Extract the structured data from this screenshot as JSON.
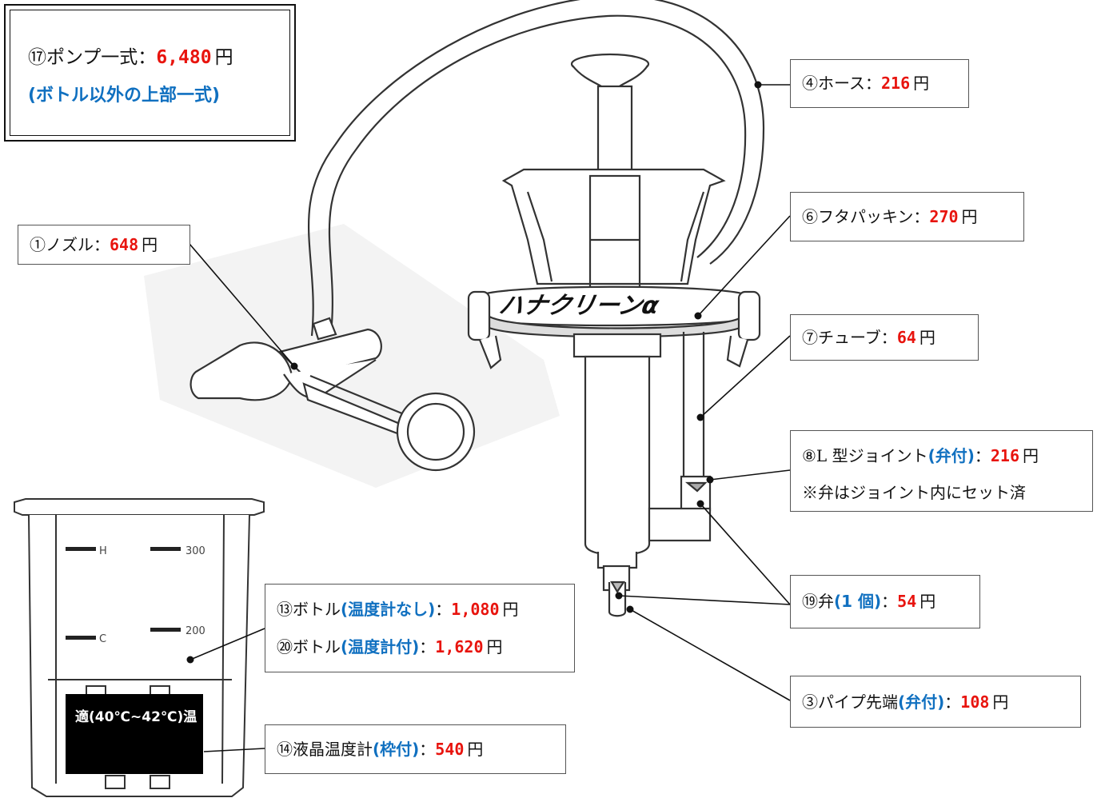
{
  "set": {
    "name": "⑰ポンプ一式：",
    "price": "6,480",
    "yen": "円",
    "note": "(ボトル以外の上部一式)"
  },
  "parts": {
    "nozzle": {
      "name": "①ノズル：",
      "price": "648",
      "yen": "円"
    },
    "hose": {
      "name": "④ホース：",
      "price": "216",
      "yen": "円"
    },
    "lid": {
      "name": "⑥フタパッキン：",
      "price": "270",
      "yen": "円"
    },
    "tube": {
      "name": "⑦チューブ：",
      "price": "64",
      "yen": "円"
    },
    "joint": {
      "name": "⑧L 型ジョイント",
      "note": "(弁付)",
      "sep": "：",
      "price": "216",
      "yen": "円",
      "sub": "※弁はジョイント内にセット済"
    },
    "valve": {
      "name": "⑲弁",
      "note": "(1 個)",
      "sep": "：",
      "price": "54",
      "yen": "円"
    },
    "bottle_a": {
      "name": "⑬ボトル",
      "note": "(温度計なし)",
      "sep": "：",
      "price": "1,080",
      "yen": "円"
    },
    "bottle_b": {
      "name": "⑳ボトル",
      "note": "(温度計付)",
      "sep": "：",
      "price": "1,620",
      "yen": "円"
    },
    "pipe": {
      "name": "③パイプ先端",
      "note": "(弁付)",
      "sep": "：",
      "price": "108",
      "yen": "円"
    },
    "lcd": {
      "name": "⑭液晶温度計",
      "note": "(枠付)",
      "sep": "：",
      "price": "540",
      "yen": "円"
    }
  },
  "drawing": {
    "brand_logo": "ハナクリーンα",
    "bottle_marks": {
      "h": "H",
      "c": "C",
      "v300": "300",
      "v200": "200"
    },
    "thermo_text": "適(40℃~42℃)温"
  }
}
